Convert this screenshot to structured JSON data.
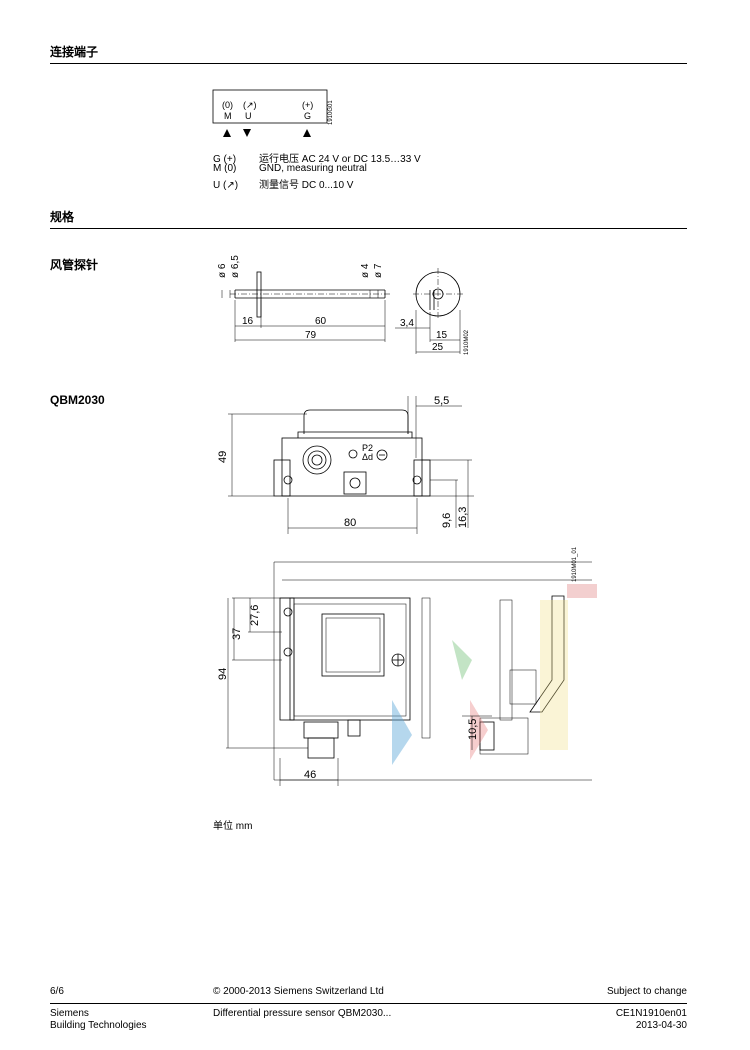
{
  "sections": {
    "terminals": "连接端子",
    "specs": "规格",
    "duct_probe": "风管探针",
    "model": "QBM2030"
  },
  "terminal_box": {
    "labels_top": [
      "(0)",
      "(↗)",
      "(+)"
    ],
    "labels_bottom": [
      "M",
      "U",
      "G"
    ],
    "code": "1910G01"
  },
  "terminal_legend": [
    {
      "key": "G (+)",
      "desc": "运行电压 AC 24 V or DC 13.5…33 V"
    },
    {
      "key": "M (0)",
      "desc": "GND, measuring neutral"
    },
    {
      "key": "U (↗)",
      "desc": "测量信号 DC 0...10 V"
    }
  ],
  "probe_drawing": {
    "dims": [
      "ø 6",
      "ø 6,5",
      "ø 4",
      "ø 7",
      "16",
      "60",
      "79",
      "3,4",
      "15",
      "25"
    ],
    "code": "1910M02"
  },
  "qbm_drawing": {
    "dims_top": [
      "5,5",
      "49",
      "9,6",
      "16,3",
      "80"
    ],
    "labels_top": [
      "P2",
      "Δd"
    ],
    "dims_bottom": [
      "37",
      "27,6",
      "94",
      "10,5",
      "46"
    ],
    "code": "1910M01_01"
  },
  "unit_note": "单位 mm",
  "footer": {
    "page": "6/6",
    "copyright": "© 2000-2013 Siemens Switzerland Ltd",
    "subject": "Subject to change",
    "company": "Siemens",
    "division": "Building Technologies",
    "doc_title": "Differential pressure sensor QBM2030...",
    "doc_code": "CE1N1910en01",
    "date": "2013-04-30"
  }
}
